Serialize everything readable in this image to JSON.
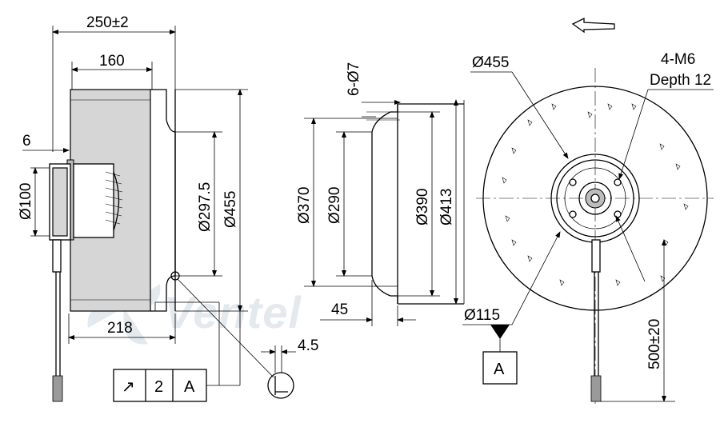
{
  "side_view": {
    "overall_width": "250±2",
    "impeller_width": "160",
    "shaft_offset": "6",
    "hub_diameter": "Ø100",
    "inlet_diameter": "Ø297.5",
    "outer_diameter": "Ø455",
    "mount_depth": "218",
    "plate_thickness": "4.5"
  },
  "tolerance_frame": {
    "symbol": "↗",
    "value": "2",
    "datum": "A"
  },
  "inlet_ring": {
    "holes": "6-Ø7",
    "outer_dia": "Ø370",
    "inner_dia": "Ø290",
    "flange_dia": "Ø390",
    "bolt_circle": "Ø413",
    "depth": "45"
  },
  "front_view": {
    "outer_diameter": "Ø455",
    "thread_label": "4-M6",
    "thread_depth": "Depth 12",
    "hub_dia": "Ø115",
    "cable_length": "500±20",
    "datum": "A",
    "rotation_icon": "rotation-arrow-icon"
  },
  "watermark": "Ventel"
}
